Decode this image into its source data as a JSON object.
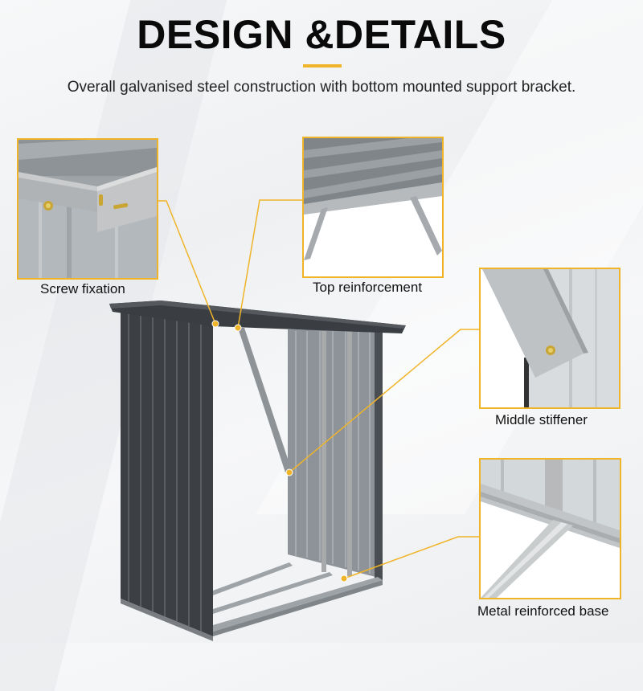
{
  "header": {
    "title": "DESIGN &DETAILS",
    "subtitle": "Overall galvanised steel construction with bottom mounted support bracket."
  },
  "colors": {
    "accent": "#f0b429",
    "panel_dark": "#3c3f44",
    "steel": "#b9bdc1",
    "text": "#111111"
  },
  "callouts": [
    {
      "id": "screw-fixation",
      "label": "Screw fixation"
    },
    {
      "id": "top-reinforcement",
      "label": "Top reinforcement"
    },
    {
      "id": "middle-stiffener",
      "label": "Middle stiffener"
    },
    {
      "id": "metal-reinforced-base",
      "label": "Metal reinforced base"
    }
  ]
}
